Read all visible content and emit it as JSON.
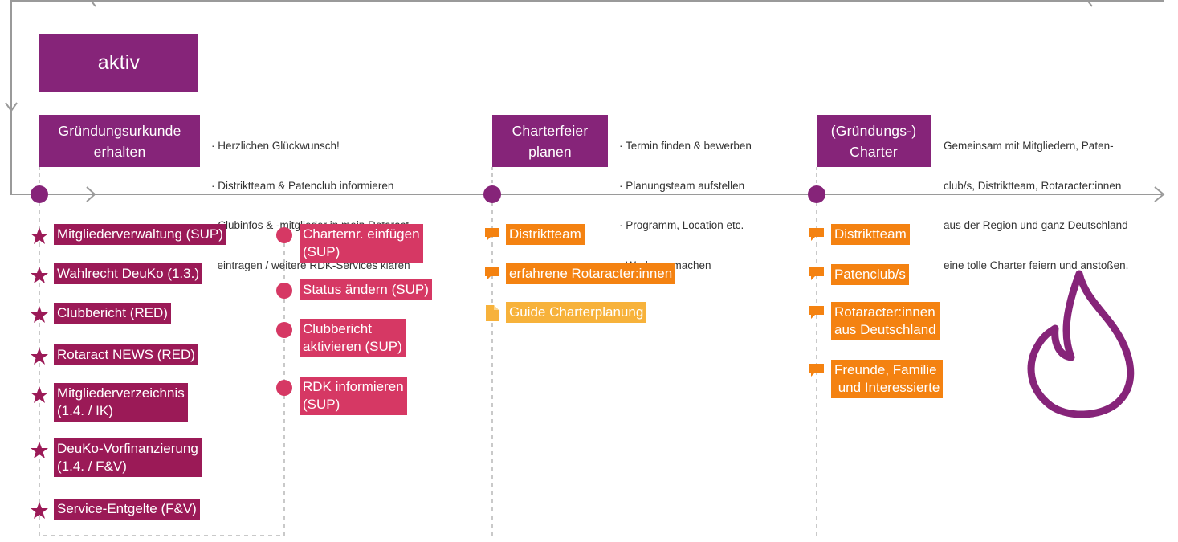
{
  "colors": {
    "purple": "#862479",
    "magenta": "#9b1a57",
    "pink": "#d63864",
    "orange": "#f48211",
    "yellow": "#f7b23b",
    "line_gray": "#9a9a9a"
  },
  "stage_label": "aktiv",
  "phases": [
    {
      "label": "Gründungsurkunde\nerhalten",
      "notes": [
        "· Herzlichen Glückwunsch!",
        "· Distriktteam & Patenclub informieren",
        "· Clubinfos & -mitglieder in mein.Rotaract",
        "  eintragen / weitere RDK-Services klären"
      ]
    },
    {
      "label": "Charterfeier\nplanen",
      "notes": [
        "· Termin finden & bewerben",
        "· Planungsteam aufstellen",
        "· Programm, Location etc.",
        "· Werbung machen"
      ]
    },
    {
      "label": "(Gründungs-)\nCharter",
      "notes": [
        "Gemeinsam mit Mitgliedern, Paten-",
        "club/s, Distriktteam, Rotaracter:innen",
        "aus der Region und ganz Deutschland",
        "eine tolle Charter feiern und anstoßen."
      ]
    }
  ],
  "star_items": [
    "Mitgliederverwaltung (SUP)",
    "Wahlrecht DeuKo (1.3.)",
    "Clubbericht (RED)",
    "Rotaract NEWS (RED)",
    "Mitgliederverzeichnis\n(1.4. / IK)",
    "DeuKo-Vorfinanzierung\n(1.4. / F&V)",
    "Service-Entgelte (F&V)"
  ],
  "circle_items": [
    "Charternr. einfügen\n(SUP)",
    "Status ändern (SUP)",
    "Clubbericht\naktivieren (SUP)",
    "RDK informieren\n(SUP)"
  ],
  "charterfeier_items": [
    {
      "label": "Distriktteam",
      "type": "speech"
    },
    {
      "label": "erfahrene Rotaracter:innen",
      "type": "speech"
    },
    {
      "label": "Guide Charterplanung",
      "type": "document"
    }
  ],
  "charter_items": [
    "Distriktteam",
    "Patenclub/s",
    "Rotaracter:innen\naus Deutschland",
    "Freunde, Familie\n und Interessierte"
  ],
  "icons": {
    "star": "star-icon",
    "circle": "circle-icon",
    "speech": "speech-bubble-icon",
    "document": "document-icon",
    "flame": "flame-icon"
  }
}
